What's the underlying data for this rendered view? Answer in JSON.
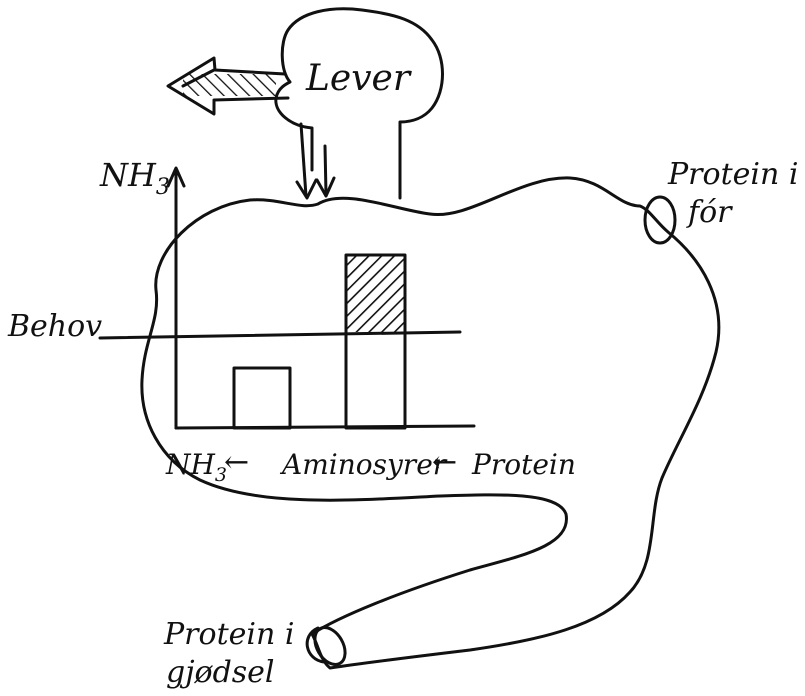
{
  "labels": {
    "lever": "Lever",
    "nh3_axis": "NH",
    "nh3_axis_sub": "3",
    "protein_i_for_line1": "Protein i",
    "protein_i_for_line2": "fór",
    "behov": "Behov",
    "flow_nh3": "NH",
    "flow_nh3_sub": "3",
    "flow_arrow_1": "←",
    "flow_aminosyrer": "Aminosyrer",
    "flow_arrow_2": "←",
    "flow_protein": "Protein",
    "protein_i_gjodsel_line1": "Protein i",
    "protein_i_gjodsel_line2": "gjødsel"
  },
  "colors": {
    "ink": "#111111",
    "background": "#ffffff"
  },
  "bars": [
    {
      "name": "low-bar",
      "relative_level": 0.35,
      "relation_to_behov": "below"
    },
    {
      "name": "high-bar",
      "relative_level": 1.0,
      "relation_to_behov": "above",
      "excess_hatched": true
    }
  ]
}
